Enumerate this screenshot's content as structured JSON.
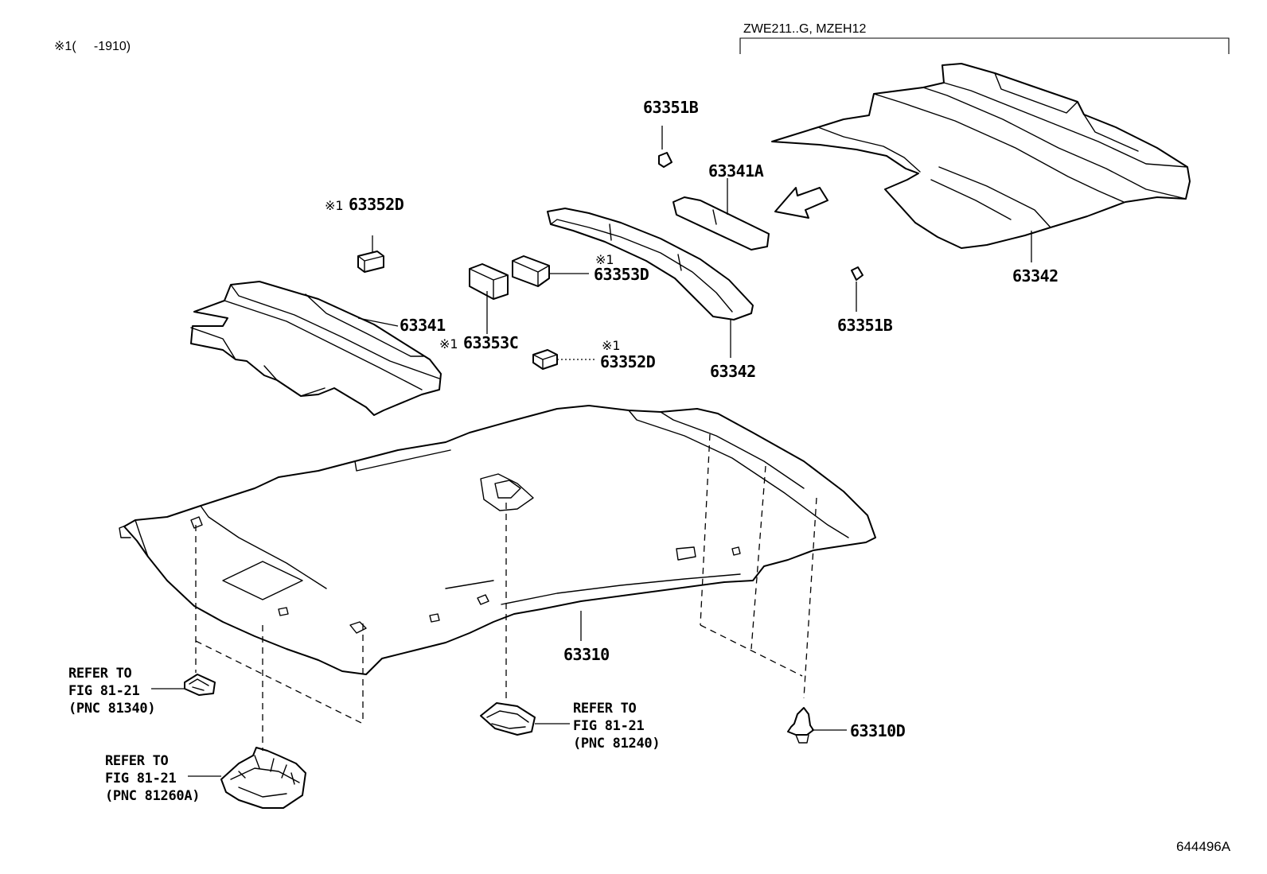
{
  "header": {
    "footnote_marker": "※1",
    "footnote_range": "(     -1910)",
    "model_codes": "ZWE211..G, MZEH12"
  },
  "diagram_id": "644496A",
  "marker": "※1",
  "part_labels": {
    "p63351B_top": "63351B",
    "p63341A": "63341A",
    "p63352D_top": "63352D",
    "p63353D": "63353D",
    "p63341": "63341",
    "p63353C": "63353C",
    "p63352D_bottom": "63352D",
    "p63342_mid": "63342",
    "p63342_right": "63342",
    "p63351B_right": "63351B",
    "p63310": "63310",
    "p63310D": "63310D"
  },
  "references": {
    "left": {
      "line1": "REFER TO",
      "line2": "FIG 81-21",
      "line3": "(PNC 81340)"
    },
    "bottom": {
      "line1": "REFER TO",
      "line2": "FIG 81-21",
      "line3": "(PNC 81260A)"
    },
    "center": {
      "line1": "REFER TO",
      "line2": "FIG 81-21",
      "line3": "(PNC 81240)"
    }
  }
}
